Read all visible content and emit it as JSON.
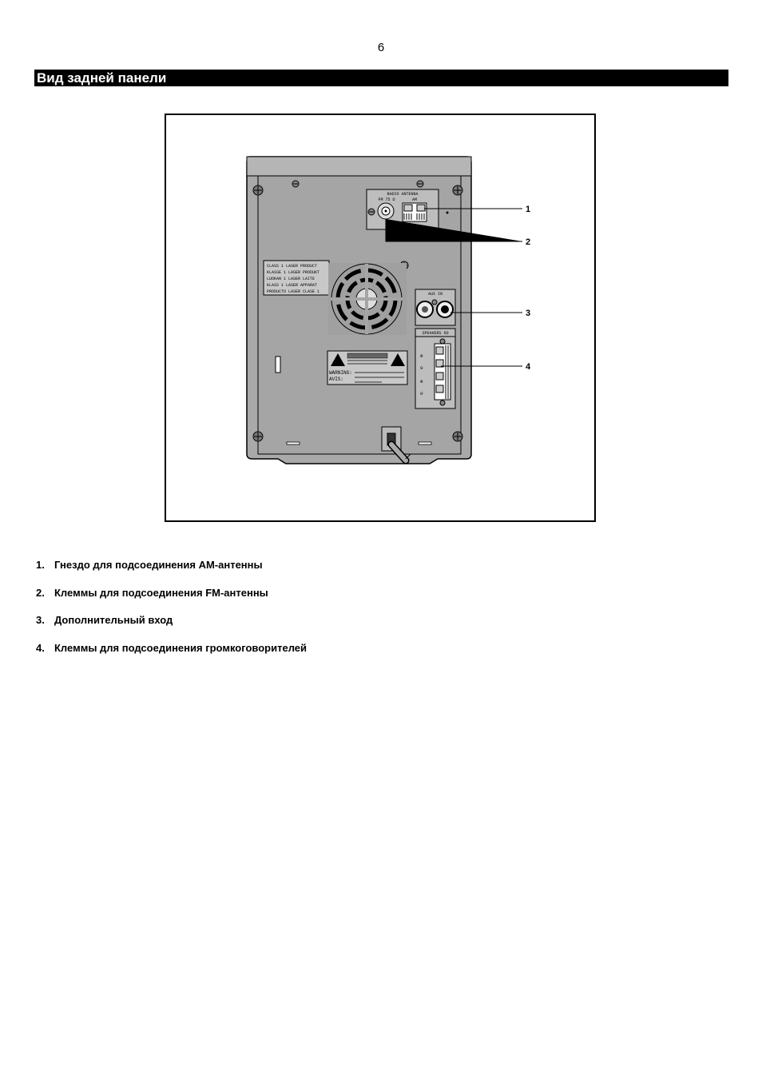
{
  "page": {
    "number": "6",
    "title": "Вид задней панели"
  },
  "figure": {
    "callouts": [
      "1",
      "2",
      "3",
      "4"
    ],
    "panel_labels": {
      "antenna_header": "RADIO ANTENNA",
      "fm_label": "FM 75 Ω",
      "am_label": "AM",
      "aux_label": "AUX IN",
      "speakers_label": "SPEAKERS 6Ω",
      "laser_label": [
        "CLASS 1 LASER PRODUCT",
        "KLASSE 1 LASER PRODUKT",
        "LUOKAN 1 LASER LAITE",
        "KLASS 1 LASER APPARAT",
        "PRODUCTO LASER CLASE 1"
      ],
      "warning_label": [
        "WARNING:",
        "AVIS:"
      ]
    }
  },
  "captions": [
    {
      "num": "1.",
      "text": "Гнездо для подсоединения AM-антенны"
    },
    {
      "num": "2.",
      "text": "Клеммы для подсоединения FM-антенны"
    },
    {
      "num": "3.",
      "text": "Дополнительный вход"
    },
    {
      "num": "4.",
      "text": "Клеммы для подсоединения громкоговорителей"
    }
  ]
}
